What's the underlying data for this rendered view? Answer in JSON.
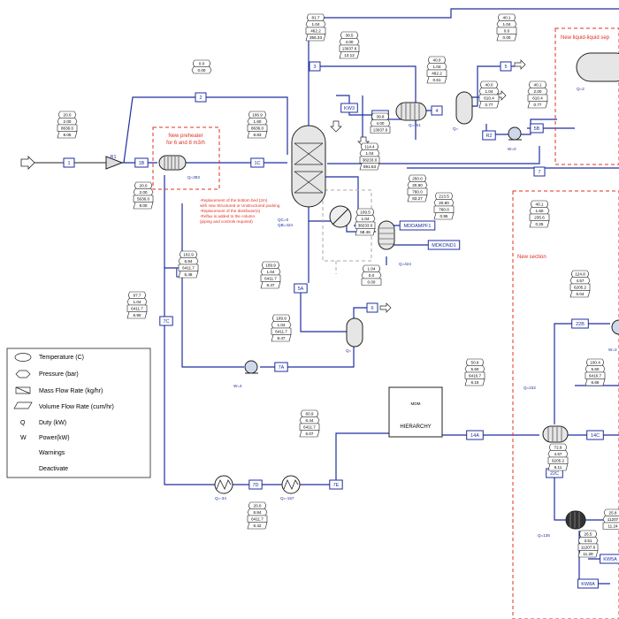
{
  "legend": {
    "items": [
      {
        "label": "Temperature (C)"
      },
      {
        "label": "Pressure (bar)"
      },
      {
        "label": "Mass Flow Rate (kg/hr)"
      },
      {
        "label": "Volume Flow Rate (cum/hr)"
      },
      {
        "label": "Duty (kW)",
        "symbol": "Q"
      },
      {
        "label": "Power(kW)",
        "symbol": "W"
      },
      {
        "label": "Warnings"
      },
      {
        "label": "Deactivate"
      }
    ]
  },
  "annotations": {
    "preheater": [
      "New preheater",
      "for 6 and 8 m3/h"
    ],
    "column_notes": [
      "-Replacement of the bottom bed (2m)",
      "with new Structured or Unstructured packing",
      "-Replacement of the distributor(s)",
      "-Reflux is added to the column",
      "(piping and controls required)"
    ],
    "lls": "New liquid-liquid sep",
    "new_section": "New section",
    "hierarchy": "HIERARCHY",
    "hier_logo": "MDM"
  },
  "duties": {
    "q393": "Q=393",
    "q424c": "QC=0",
    "q424b": "QB=424",
    "q151": "Q=151",
    "q0a": "Q=",
    "w0": "W=0",
    "q424h": "Q=424",
    "q2": "Q=2",
    "q0b": "Q=",
    "w4": "W=4",
    "q34": "Q=-34",
    "q157": "Q=-157",
    "q232": "Q=232",
    "w3": "W=3",
    "q135": "Q=135"
  },
  "tags": {
    "s1": "1",
    "s1b": "1B",
    "s1c": "1C",
    "s2": "2",
    "s3": "3",
    "s4": "4",
    "s5": "5",
    "s5a": "5A",
    "s5b": "5B",
    "s6": "6",
    "s7": "7",
    "s7a": "7A",
    "s7b": "7B",
    "s7c": "7C",
    "s7d": "7D",
    "s7e": "7E",
    "s14a": "14A",
    "s14c": "14C",
    "s22b": "22B",
    "s22c": "22C",
    "kw3": "KW3",
    "kw3b": "KW3",
    "kw5a": "KW5A",
    "kw8a": "KW8A",
    "mdd": "MDDAMPF1",
    "mkond": "MDKOND1",
    "r1": "R1",
    "r2": "R2"
  },
  "results": {
    "r_in": [
      "20.0",
      "2.00",
      "8636.0",
      "8.05"
    ],
    "r_top": [
      "0.0",
      "0.00"
    ],
    "r_1b": [
      "20.0",
      "2.00",
      "5636.0",
      "8.00"
    ],
    "r_1c": [
      "106.9",
      "1.60",
      "8636.0",
      "8.83"
    ],
    "r_3": [
      "81.7",
      "1.04",
      "462.2",
      "356.33"
    ],
    "r_kw3": [
      "38.5",
      "4.00",
      "13037.6",
      "13.12"
    ],
    "r_4": [
      "40.0",
      "1.04",
      "462.2",
      "0.61"
    ],
    "r_kw3b": [
      "39.8",
      "4.00",
      "13037.6"
    ],
    "r_lls1": [
      "40.1",
      "1.04",
      "0.0",
      "0.00"
    ],
    "r_sep": [
      "40.0",
      "1.04",
      "610.4",
      "0.77"
    ],
    "r_pump": [
      "40.1",
      "2.00",
      "610.4",
      "0.77"
    ],
    "r_reb_in": [
      "114.4",
      "1.04",
      "38233.0",
      "891.63"
    ],
    "r_mdd": [
      "250.0",
      "20.80",
      "760.0",
      "83.27"
    ],
    "r_mkond": [
      "213.5",
      "20.80",
      "760.0",
      "0.95"
    ],
    "r_bot": [
      "109.5",
      "1.04",
      "38233.0",
      "58.46"
    ],
    "r_drain": [
      "1.04",
      "0.0",
      "0.00"
    ],
    "r_5a": [
      "109.9",
      "1.04",
      "6411.7",
      "8.47"
    ],
    "r_7c": [
      "97.7",
      "1.04",
      "6411.7",
      "6.90"
    ],
    "r_7b": [
      "102.9",
      "6.84",
      "6411.7",
      "6.48"
    ],
    "r_7a": [
      "109.9",
      "1.04",
      "6411.7",
      "8.47"
    ],
    "r_7e": [
      "60.9",
      "6.44",
      "6411.7",
      "6.07"
    ],
    "r_7d": [
      "20.0",
      "6.84",
      "6411.7",
      "6.42"
    ],
    "r_14a": [
      "50.9",
      "5.60",
      "6416.7",
      "6.15"
    ],
    "r_7": [
      "40.1",
      "1.60",
      "235.6",
      "0.25"
    ],
    "r_22b": [
      "124.8",
      "4.57",
      "6205.2",
      "6.04"
    ],
    "r_14c": [
      "100.4",
      "5.60",
      "6416.7",
      "6.66"
    ],
    "r_22c": [
      "72.9",
      "4.57",
      "6205.2",
      "6.11"
    ],
    "r_kw8a": [
      "26.5",
      "3.51",
      "11207.6",
      "11.29"
    ],
    "r_kw5a": [
      "25.8",
      "11207",
      "11.24"
    ]
  }
}
